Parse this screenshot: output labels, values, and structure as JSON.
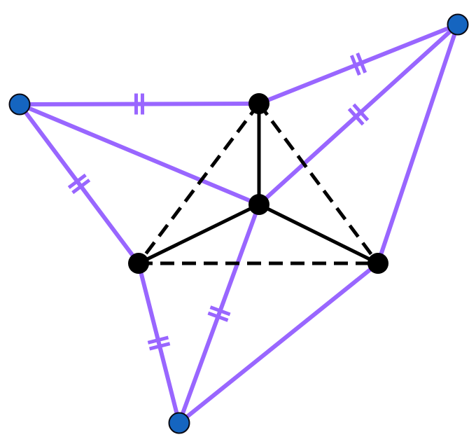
{
  "colors": {
    "background": "#ffffff",
    "purple_edge": "#9966ff",
    "black_edge": "#000000",
    "black_node": "#000000",
    "blue_node": "#1565c0",
    "blue_node_stroke": "#0a0a14"
  },
  "diagram": {
    "description_visible_text": "",
    "inner_nodes": [
      "top",
      "center",
      "left",
      "right"
    ],
    "outer_nodes": [
      "upper-left",
      "upper-right",
      "bottom"
    ],
    "solid_black_edges": [
      [
        "top",
        "center"
      ],
      [
        "center",
        "left"
      ],
      [
        "center",
        "right"
      ]
    ],
    "dashed_black_edges": [
      [
        "top",
        "left"
      ],
      [
        "top",
        "right"
      ],
      [
        "left",
        "right"
      ]
    ],
    "purple_edges": [
      [
        "upper-left",
        "top"
      ],
      [
        "upper-left",
        "center"
      ],
      [
        "upper-left",
        "left"
      ],
      [
        "upper-right",
        "top"
      ],
      [
        "upper-right",
        "center"
      ],
      [
        "upper-right",
        "right"
      ],
      [
        "bottom",
        "left"
      ],
      [
        "bottom",
        "center"
      ],
      [
        "bottom",
        "right"
      ]
    ],
    "double_tick_marked_edges": [
      [
        "upper-left",
        "top"
      ],
      [
        "upper-left",
        "left"
      ],
      [
        "upper-right",
        "top"
      ],
      [
        "upper-right",
        "center"
      ],
      [
        "bottom",
        "left"
      ],
      [
        "bottom",
        "center"
      ]
    ]
  }
}
